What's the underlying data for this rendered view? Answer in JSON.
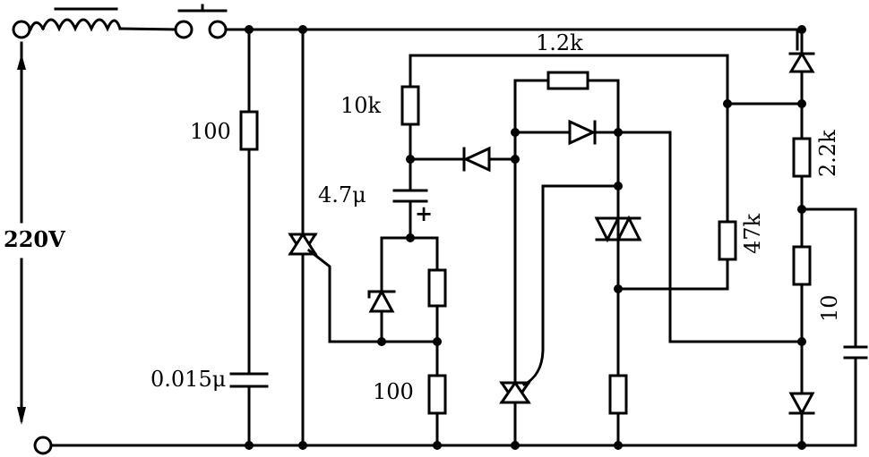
{
  "schematic": {
    "supply_voltage": "220V",
    "components": {
      "r_top_left": "100",
      "r_bottom_mid": "100",
      "r_10k": "10k",
      "r_1_2k": "1.2k",
      "r_47k": "47k",
      "r_2_2k": "2.2k",
      "r_10": "10",
      "c_0_015u": "0.015μ",
      "c_4_7u": "4.7μ",
      "c_4_7u_polarity": "+"
    }
  }
}
